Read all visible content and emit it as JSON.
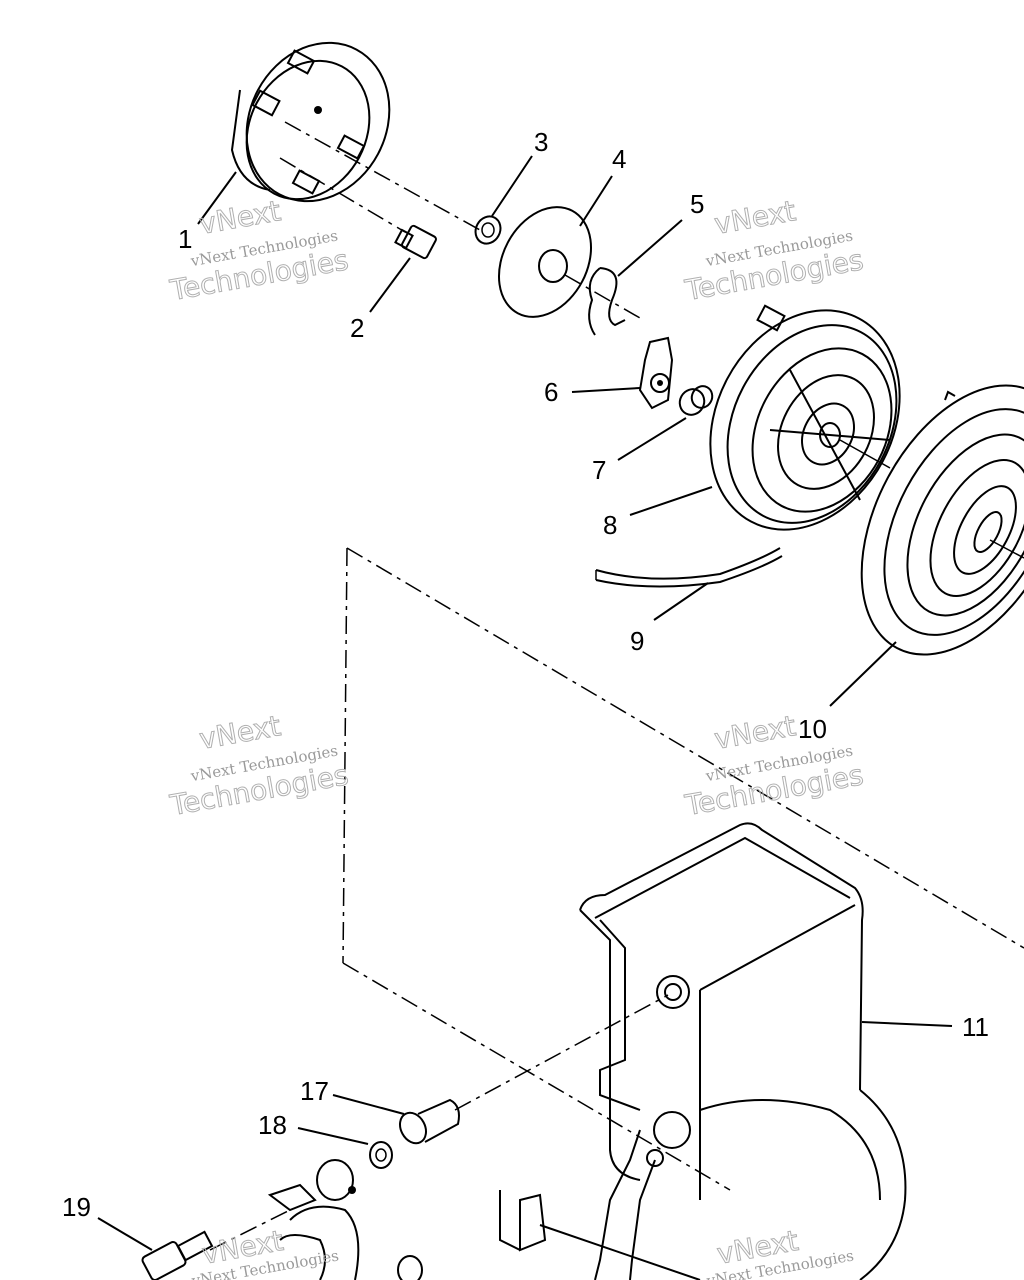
{
  "callouts": [
    {
      "id": "1",
      "label": "1"
    },
    {
      "id": "2",
      "label": "2"
    },
    {
      "id": "3",
      "label": "3"
    },
    {
      "id": "4",
      "label": "4"
    },
    {
      "id": "5",
      "label": "5"
    },
    {
      "id": "6",
      "label": "6"
    },
    {
      "id": "7",
      "label": "7"
    },
    {
      "id": "8",
      "label": "8"
    },
    {
      "id": "9",
      "label": "9"
    },
    {
      "id": "10",
      "label": "10"
    },
    {
      "id": "11",
      "label": "11"
    },
    {
      "id": "17",
      "label": "17"
    },
    {
      "id": "18",
      "label": "18"
    },
    {
      "id": "19",
      "label": "19"
    }
  ],
  "watermark": {
    "small": "vNext Technologies",
    "large_top": "vNext",
    "large_bottom": "Technologies"
  }
}
